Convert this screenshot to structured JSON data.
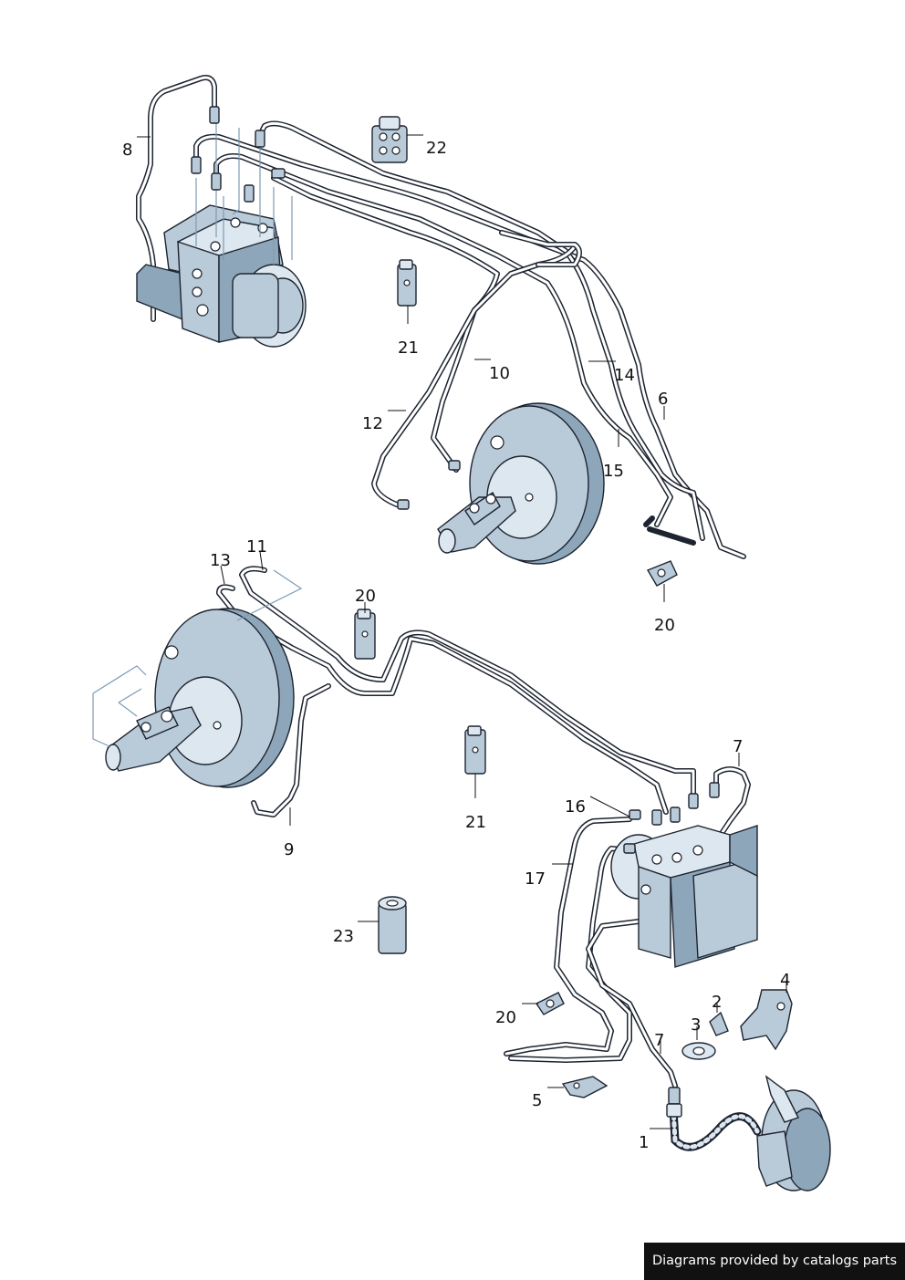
{
  "footer": {
    "text": "Diagrams provided by catalogs parts"
  },
  "labels": {
    "l1": "1",
    "l2": "2",
    "l3": "3",
    "l4": "4",
    "l5": "5",
    "l6": "6",
    "l7a": "7",
    "l7b": "7",
    "l8": "8",
    "l9": "9",
    "l10": "10",
    "l11": "11",
    "l12": "12",
    "l13": "13",
    "l14": "14",
    "l15": "15",
    "l16": "16",
    "l17": "17",
    "l20a": "20",
    "l20b": "20",
    "l20c": "20",
    "l21a": "21",
    "l21b": "21",
    "l22": "22",
    "l23": "23"
  }
}
